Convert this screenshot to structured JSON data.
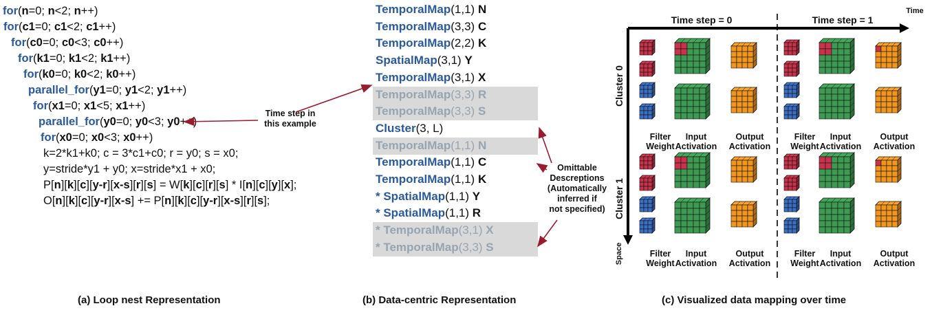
{
  "loop_nest": {
    "lines": [
      [
        {
          "t": "for",
          "s": "kw"
        },
        {
          "t": "("
        },
        {
          "t": "n",
          "s": "b"
        },
        {
          "t": "=0; "
        },
        {
          "t": "n",
          "s": "b"
        },
        {
          "t": "<2; "
        },
        {
          "t": "n",
          "s": "b"
        },
        {
          "t": "++)"
        }
      ],
      [
        {
          "t": "for",
          "s": "kw"
        },
        {
          "t": "("
        },
        {
          "t": "c1",
          "s": "b"
        },
        {
          "t": "=0; "
        },
        {
          "t": "c1",
          "s": "b"
        },
        {
          "t": "<2; "
        },
        {
          "t": "c1",
          "s": "b"
        },
        {
          "t": "++)"
        }
      ],
      [
        {
          "t": "for",
          "s": "kw"
        },
        {
          "t": "("
        },
        {
          "t": "c0",
          "s": "b"
        },
        {
          "t": "=0; "
        },
        {
          "t": "c0",
          "s": "b"
        },
        {
          "t": "<3; "
        },
        {
          "t": "c0",
          "s": "b"
        },
        {
          "t": "++)"
        }
      ],
      [
        {
          "t": "for",
          "s": "kw"
        },
        {
          "t": "("
        },
        {
          "t": "k1",
          "s": "b"
        },
        {
          "t": "=0; "
        },
        {
          "t": "k1",
          "s": "b"
        },
        {
          "t": "<2; "
        },
        {
          "t": "k1",
          "s": "b"
        },
        {
          "t": "++)"
        }
      ],
      [
        {
          "t": "for",
          "s": "kw"
        },
        {
          "t": "("
        },
        {
          "t": "k0",
          "s": "b"
        },
        {
          "t": "=0; "
        },
        {
          "t": "k0",
          "s": "b"
        },
        {
          "t": "<2; "
        },
        {
          "t": "k0",
          "s": "b"
        },
        {
          "t": "++)"
        }
      ],
      [
        {
          "t": "parallel_for",
          "s": "kw"
        },
        {
          "t": "("
        },
        {
          "t": "y1",
          "s": "b"
        },
        {
          "t": "=0; "
        },
        {
          "t": "y1",
          "s": "b"
        },
        {
          "t": "<2; "
        },
        {
          "t": "y1",
          "s": "b"
        },
        {
          "t": "++)"
        }
      ],
      [
        {
          "t": "for",
          "s": "kw"
        },
        {
          "t": "("
        },
        {
          "t": "x1",
          "s": "b"
        },
        {
          "t": "=0; "
        },
        {
          "t": "x1",
          "s": "b"
        },
        {
          "t": "<5; "
        },
        {
          "t": "x1",
          "s": "b"
        },
        {
          "t": "++)"
        }
      ],
      [
        {
          "t": "parallel_for",
          "s": "kw"
        },
        {
          "t": "("
        },
        {
          "t": "y0",
          "s": "b"
        },
        {
          "t": "=0; "
        },
        {
          "t": "y0",
          "s": "b"
        },
        {
          "t": "<3; "
        },
        {
          "t": "y0",
          "s": "b"
        },
        {
          "t": "++)"
        }
      ],
      [
        {
          "t": "for",
          "s": "kw"
        },
        {
          "t": "("
        },
        {
          "t": "x0",
          "s": "b"
        },
        {
          "t": "=0; "
        },
        {
          "t": "x0",
          "s": "b"
        },
        {
          "t": "<3; "
        },
        {
          "t": "x0",
          "s": "b"
        },
        {
          "t": "++)"
        }
      ],
      [
        {
          "t": "k=2*k1+k0; c = 3*c1+c0; r = y0; s = x0;"
        }
      ],
      [
        {
          "t": "y=stride*y1 + y0; x=stride*x1 + x0;"
        }
      ],
      [
        {
          "t": "P["
        },
        {
          "t": "n",
          "s": "b"
        },
        {
          "t": "]["
        },
        {
          "t": "k",
          "s": "b"
        },
        {
          "t": "]["
        },
        {
          "t": "c",
          "s": "b"
        },
        {
          "t": "]["
        },
        {
          "t": "y-r",
          "s": "b"
        },
        {
          "t": "]["
        },
        {
          "t": "x-s",
          "s": "b"
        },
        {
          "t": "]["
        },
        {
          "t": "r",
          "s": "b"
        },
        {
          "t": "]["
        },
        {
          "t": "s",
          "s": "b"
        },
        {
          "t": "] = W["
        },
        {
          "t": "k",
          "s": "b"
        },
        {
          "t": "]["
        },
        {
          "t": "c",
          "s": "b"
        },
        {
          "t": "]["
        },
        {
          "t": "r",
          "s": "b"
        },
        {
          "t": "]["
        },
        {
          "t": "s",
          "s": "b"
        },
        {
          "t": "] * I["
        },
        {
          "t": "n",
          "s": "b"
        },
        {
          "t": "]["
        },
        {
          "t": "c",
          "s": "b"
        },
        {
          "t": "]["
        },
        {
          "t": "y",
          "s": "b"
        },
        {
          "t": "]["
        },
        {
          "t": "x",
          "s": "b"
        },
        {
          "t": "];"
        }
      ],
      [
        {
          "t": "O["
        },
        {
          "t": "n",
          "s": "b"
        },
        {
          "t": "]["
        },
        {
          "t": "k",
          "s": "b"
        },
        {
          "t": "]["
        },
        {
          "t": "c",
          "s": "b"
        },
        {
          "t": "]["
        },
        {
          "t": "y-r",
          "s": "b"
        },
        {
          "t": "]["
        },
        {
          "t": "x-s",
          "s": "b"
        },
        {
          "t": "] += P["
        },
        {
          "t": "n",
          "s": "b"
        },
        {
          "t": "]["
        },
        {
          "t": "k",
          "s": "b"
        },
        {
          "t": "]["
        },
        {
          "t": "c",
          "s": "b"
        },
        {
          "t": "]["
        },
        {
          "t": "y-r",
          "s": "b"
        },
        {
          "t": "]["
        },
        {
          "t": "x-s",
          "s": "b"
        },
        {
          "t": "]["
        },
        {
          "t": "r",
          "s": "b"
        },
        {
          "t": "]["
        },
        {
          "t": "s",
          "s": "b"
        },
        {
          "t": "];"
        }
      ]
    ],
    "time_step_annotation": "Time step in\nthis example",
    "caption": "(a) Loop nest Representation"
  },
  "data_centric": {
    "lines": [
      {
        "prefix": "",
        "fn": "TemporalMap",
        "args": "(1,1)",
        "dim": "N",
        "grey": false
      },
      {
        "prefix": "",
        "fn": "TemporalMap",
        "args": "(3,3)",
        "dim": "C",
        "grey": false
      },
      {
        "prefix": "",
        "fn": "TemporalMap",
        "args": "(2,2)",
        "dim": "K",
        "grey": false
      },
      {
        "prefix": "",
        "fn": "SpatialMap",
        "args": "(3,1)",
        "dim": "Y",
        "grey": false
      },
      {
        "prefix": "",
        "fn": "TemporalMap",
        "args": "(3,1)",
        "dim": "X",
        "grey": false
      },
      {
        "prefix": "",
        "fn": "TemporalMap",
        "args": "(3,3)",
        "dim": "R",
        "grey": true
      },
      {
        "prefix": "",
        "fn": "TemporalMap",
        "args": "(3,3)",
        "dim": "S",
        "grey": true
      },
      {
        "prefix": "",
        "fn": "Cluster",
        "args": "(3, L)",
        "dim": "",
        "grey": false
      },
      {
        "prefix": "",
        "fn": "TemporalMap",
        "args": "(1,1)",
        "dim": "N",
        "grey": true
      },
      {
        "prefix": "",
        "fn": "TemporalMap",
        "args": "(1,1)",
        "dim": "C",
        "grey": false
      },
      {
        "prefix": "",
        "fn": "TemporalMap",
        "args": "(1,1)",
        "dim": "K",
        "grey": false
      },
      {
        "prefix": "* ",
        "fn": "SpatialMap",
        "args": "(1,1)",
        "dim": "Y",
        "grey": false
      },
      {
        "prefix": "* ",
        "fn": "SpatialMap",
        "args": "(1,1)",
        "dim": "R",
        "grey": false
      },
      {
        "prefix": "* ",
        "fn": "TemporalMap",
        "args": "(3,1)",
        "dim": "X",
        "grey": true
      },
      {
        "prefix": "* ",
        "fn": "TemporalMap",
        "args": "(3,3)",
        "dim": "S",
        "grey": true
      }
    ],
    "omittable_annotation": "Omittable\nDescreptions\n(Automatically\ninferred if\nnot specified)",
    "caption": "(b) Data-centric Representation"
  },
  "visualization": {
    "time_axis_label": "Time",
    "space_axis_label": "Space",
    "time_steps": [
      "Time step = 0",
      "Time step = 1"
    ],
    "clusters": [
      "Cluster 0",
      "Cluster 1"
    ],
    "column_labels": [
      "Filter\nWeight",
      "Input\nActivation",
      "Output\nActivation"
    ],
    "colors": {
      "filter": "#3a6fc4",
      "filter_highlight": "#c8324a",
      "input": "#3e9a52",
      "input_highlight": "#c8324a",
      "output": "#f09520"
    },
    "caption": "(c) Visualized data mapping over time"
  }
}
